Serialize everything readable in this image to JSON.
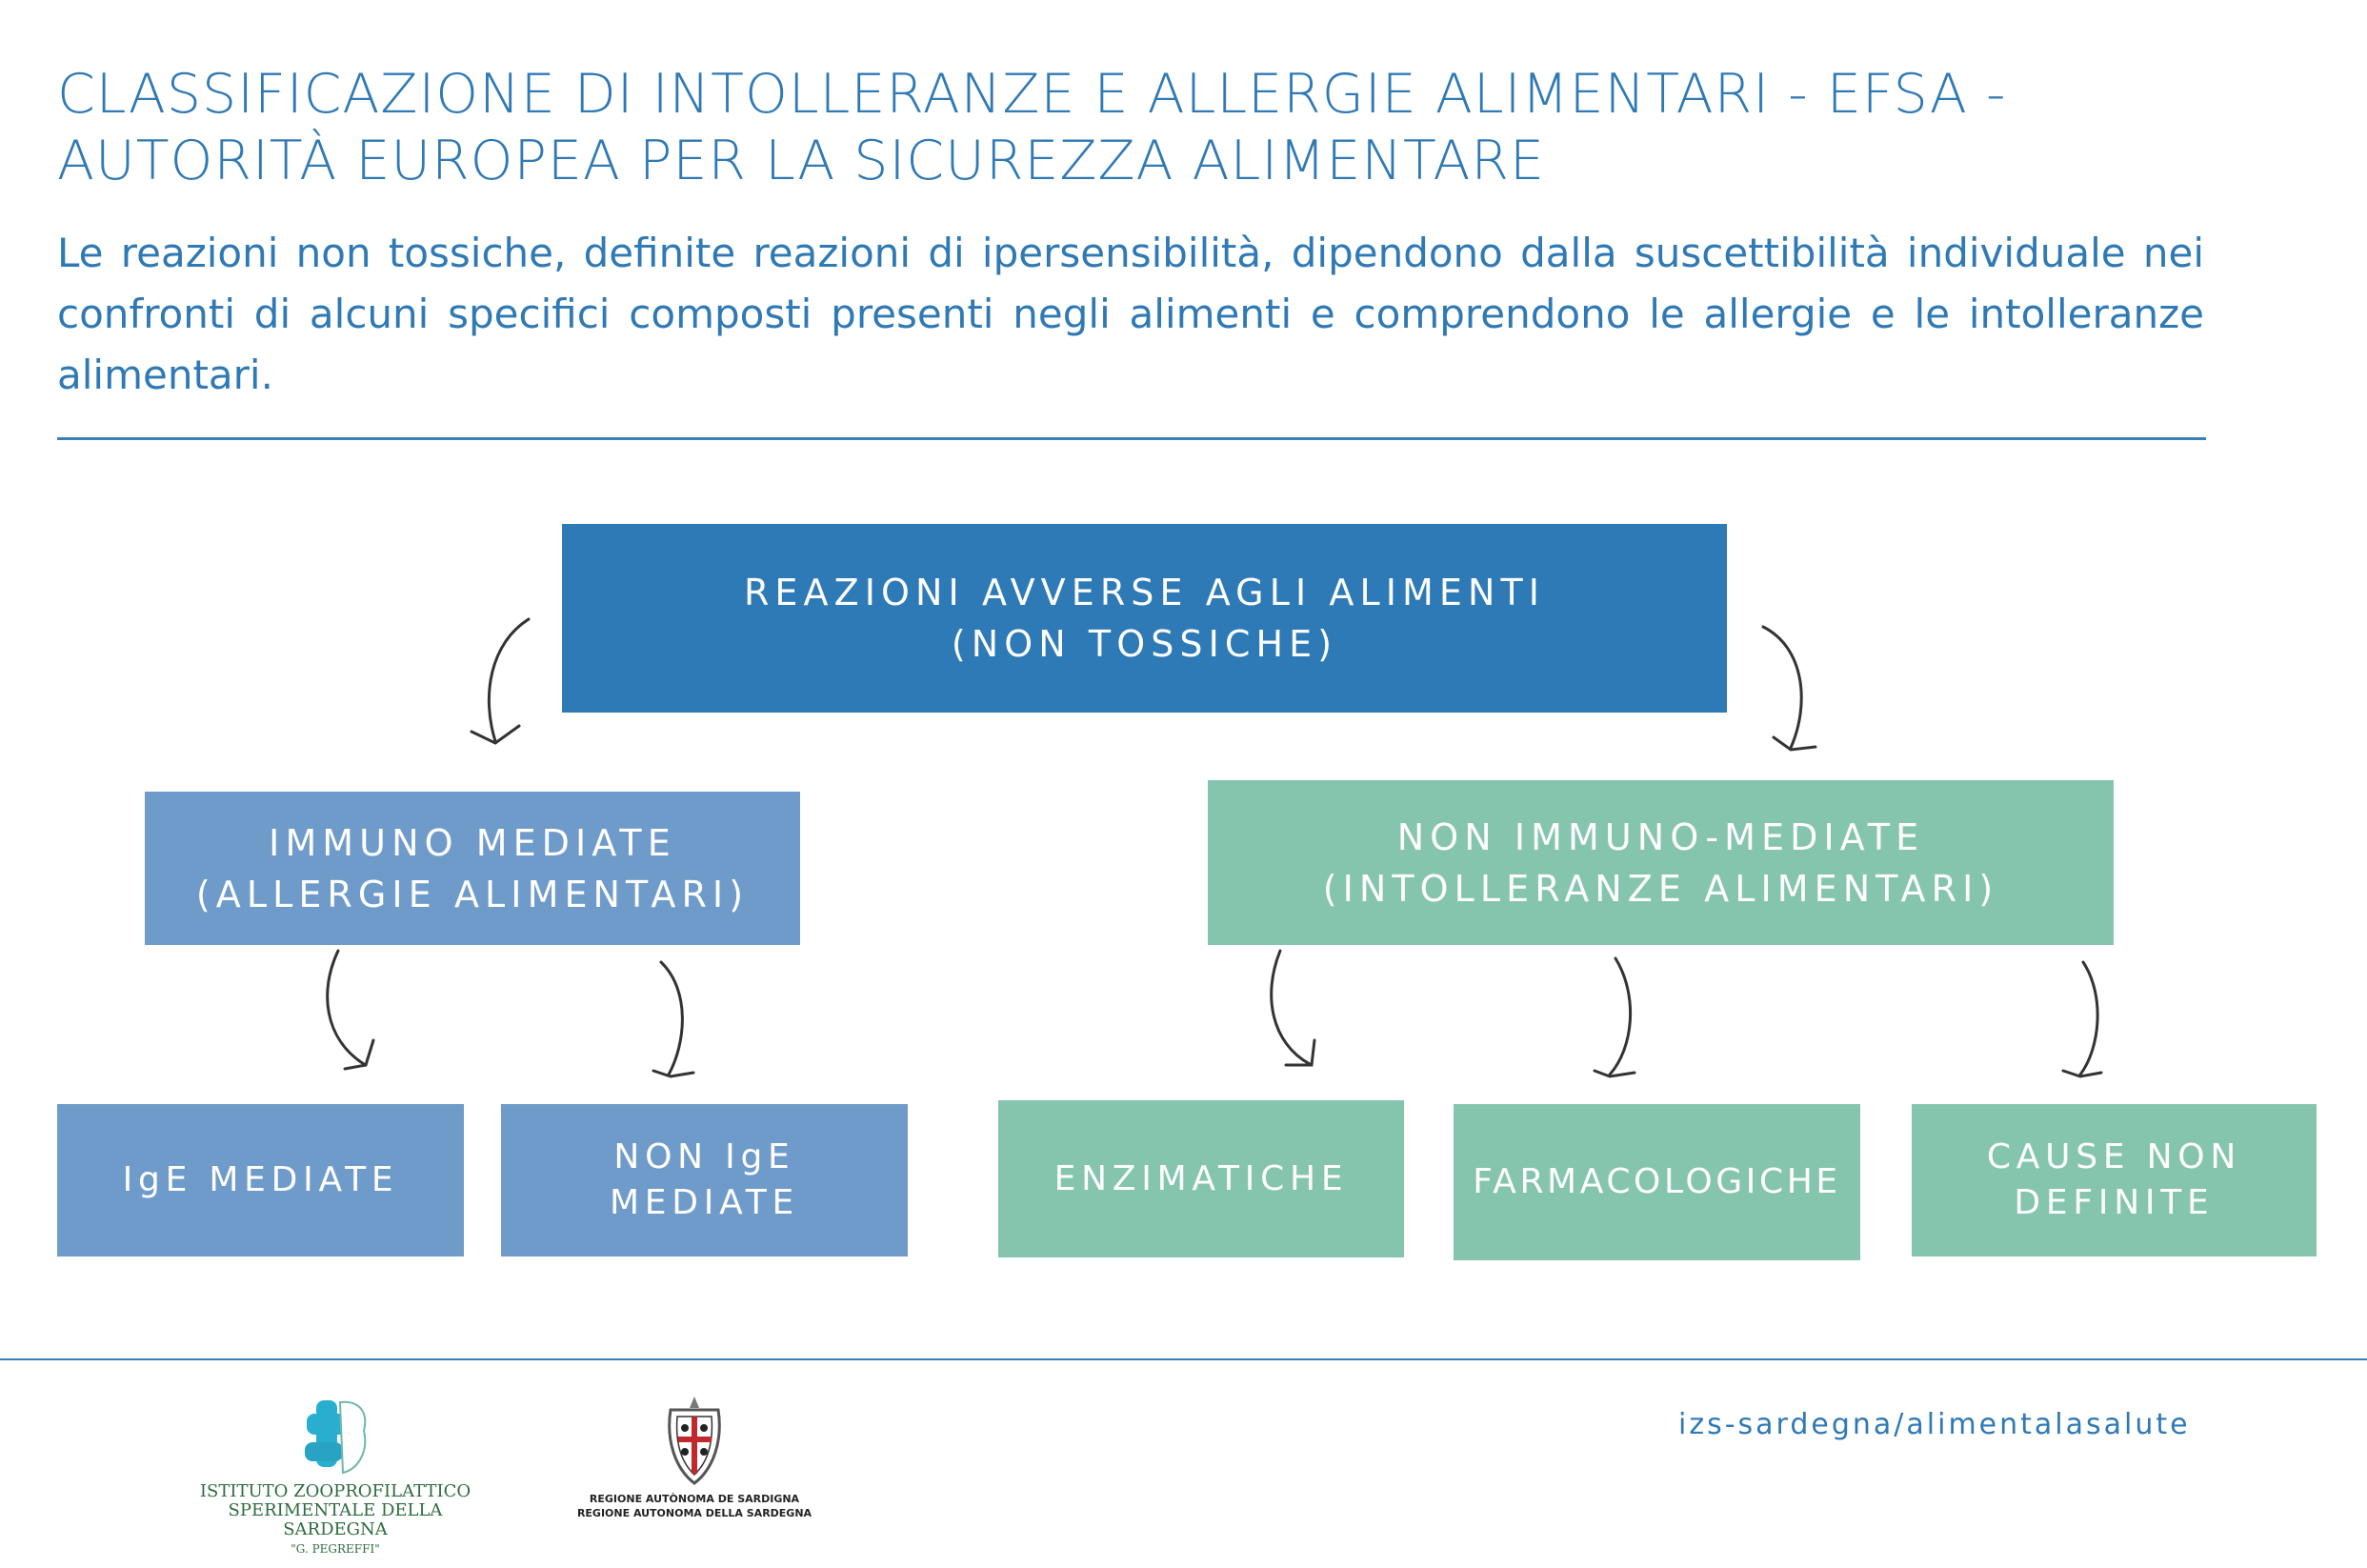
{
  "header": {
    "title_line1": "CLASSIFICAZIONE DI INTOLLERANZE E ALLERGIE ALIMENTARI - EFSA -",
    "title_line2": "AUTORITÀ EUROPEA PER LA SICUREZZA ALIMENTARE",
    "intro": "Le reazioni non tossiche, definite reazioni di ipersensibilità, dipendono dalla suscettibilità individuale nei confronti di alcuni specifici composti presenti negli alimenti e comprendono le allergie e le intolleranze alimentari."
  },
  "diagram": {
    "root": {
      "line1": "REAZIONI AVVERSE AGLI ALIMENTI",
      "line2": "(NON TOSSICHE)"
    },
    "immuno": {
      "line1": "IMMUNO MEDIATE",
      "line2": "(ALLERGIE ALIMENTARI)"
    },
    "non_immuno": {
      "line1": "NON IMMUNO-MEDIATE",
      "line2": "(INTOLLERANZE ALIMENTARI)"
    },
    "leaves": {
      "ige": "IgE MEDIATE",
      "non_ige_1": "NON IgE",
      "non_ige_2": "MEDIATE",
      "enzimatiche": "ENZIMATICHE",
      "farmacologiche": "FARMACOLOGICHE",
      "cause_1": "CAUSE NON",
      "cause_2": "DEFINITE"
    },
    "colors": {
      "root": "#2d7ab6",
      "immuno": "#6f9bcb",
      "non_immuno": "#85c5ae"
    }
  },
  "footer": {
    "izs_line1": "ISTITUTO ZOOPROFILATTICO",
    "izs_line2": "SPERIMENTALE DELLA SARDEGNA",
    "izs_line3": "\"G. PEGREFFI\"",
    "ras_line1": "REGIONE AUTÒNOMA DE SARDIGNA",
    "ras_line2": "REGIONE AUTONOMA DELLA SARDEGNA",
    "url": "izs-sardegna/alimentalasalute"
  }
}
